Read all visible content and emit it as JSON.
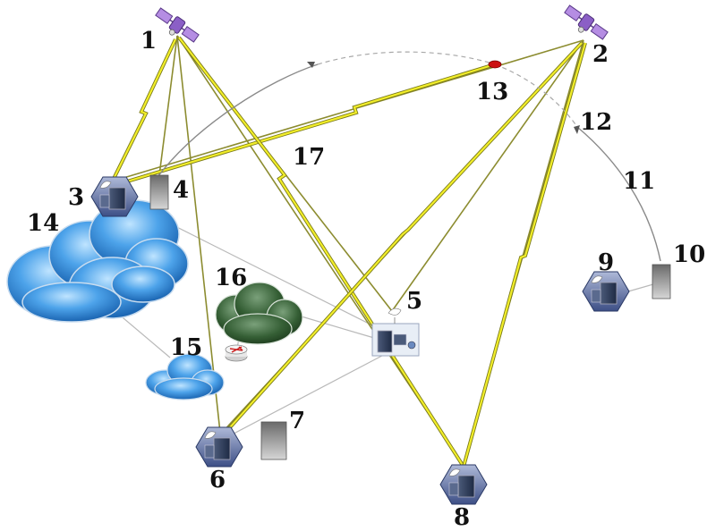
{
  "labels": {
    "n1": "1",
    "n2": "2",
    "n3": "3",
    "n4": "4",
    "n5": "5",
    "n6": "6",
    "n7": "7",
    "n8": "8",
    "n9": "9",
    "n10": "10",
    "n11": "11",
    "n12": "12",
    "n13": "13",
    "n14": "14",
    "n15": "15",
    "n16": "16",
    "n17": "17"
  },
  "nodes": [
    {
      "id": "1",
      "kind": "satellite-icon"
    },
    {
      "id": "2",
      "kind": "satellite-icon"
    },
    {
      "id": "3",
      "kind": "server-station-icon"
    },
    {
      "id": "4",
      "kind": "tower-box-icon"
    },
    {
      "id": "5",
      "kind": "server-station-icon"
    },
    {
      "id": "6",
      "kind": "server-station-icon"
    },
    {
      "id": "7",
      "kind": "tower-box-icon"
    },
    {
      "id": "8",
      "kind": "server-station-icon"
    },
    {
      "id": "9",
      "kind": "server-station-icon"
    },
    {
      "id": "10",
      "kind": "tower-box-icon"
    },
    {
      "id": "13",
      "kind": "aircraft-marker-icon"
    },
    {
      "id": "14",
      "kind": "cloud-icon"
    },
    {
      "id": "15",
      "kind": "cloud-icon"
    },
    {
      "id": "16",
      "kind": "cloud-icon"
    }
  ],
  "colors": {
    "wireless_link": "#f2ee2a",
    "wireless_outline": "#7a7a1a",
    "satellite_link": "#8c8c30",
    "wired_link": "#b8b8b8",
    "trajectory": "#9a9a9a",
    "cloud_blue": "#2f7fd0",
    "cloud_green": "#2f5a2f",
    "satellite": "#9a6ad0",
    "marker": "#cc1111"
  }
}
